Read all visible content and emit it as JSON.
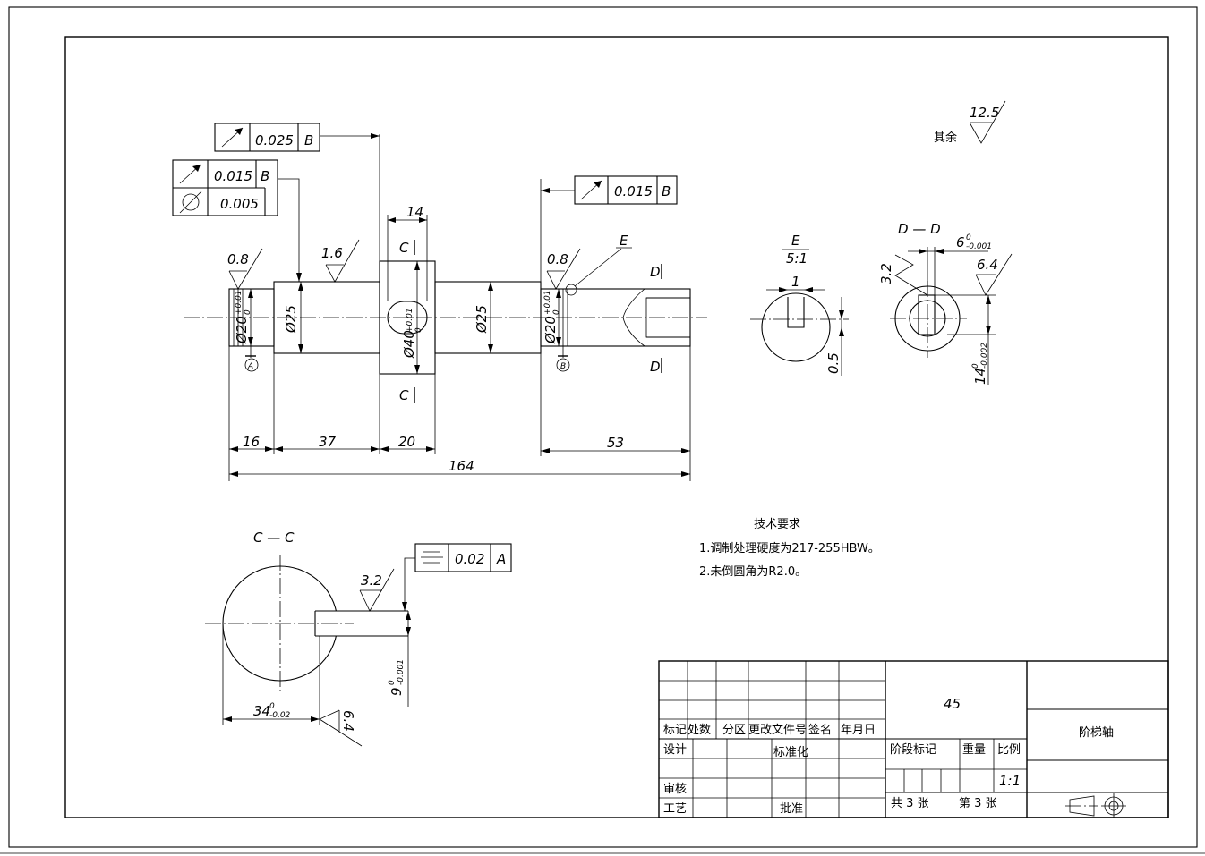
{
  "main_view": {
    "gdt_top": {
      "tol": "0.025",
      "datum": "B"
    },
    "gdt_left_runout": {
      "tol": "0.015",
      "datum": "B"
    },
    "gdt_left_cyl": {
      "tol": "0.005"
    },
    "gdt_right": {
      "tol": "0.015",
      "datum": "B"
    },
    "roughness": {
      "left": "0.8",
      "shaft": "1.6",
      "right": "0.8"
    },
    "dims": {
      "d_left": "Ø25",
      "d_mid": "Ø25",
      "d_collar": "Ø40",
      "d_jl": "Ø20",
      "d_jr": "Ø20",
      "tol_up": "+0.01",
      "tol_lo": "0",
      "len_16": "16",
      "len_37": "37",
      "len_20": "20",
      "len_53": "53",
      "len_total": "164",
      "key_14": "14"
    },
    "labels": {
      "datum_a": "A",
      "datum_b": "B",
      "sec_c_top": "C",
      "sec_c_bot": "C",
      "sec_d_top": "D",
      "sec_d_bot": "D",
      "detail_e": "E"
    }
  },
  "detail_e": {
    "title": "E",
    "scale": "5:1",
    "w": "1",
    "h": "0.5"
  },
  "section_d": {
    "title": "D — D",
    "w_nom": "6",
    "w_up": "0",
    "w_lo": "-0.001",
    "h_nom": "14",
    "h_up": "0",
    "h_lo": "-0.002",
    "ra_a": "3.2",
    "ra_b": "6.4"
  },
  "section_c": {
    "title": "C — C",
    "gdt": {
      "tol": "0.02",
      "datum": "A"
    },
    "ra_a": "3.2",
    "ra_b": "6.4",
    "w_nom": "9",
    "w_up": "0",
    "w_lo": "-0.001",
    "d_nom": "34",
    "d_up": "0",
    "d_lo": "-0.02"
  },
  "roughness_rest": {
    "label": "其余",
    "value": "12.5"
  },
  "tech_req": {
    "title": "技术要求",
    "line1": "1.调制处理硬度为217-255HBW。",
    "line2": "2.未倒圆角为R2.0。"
  },
  "title_block": {
    "material": "45",
    "part_name": "阶梯轴",
    "h_mark": "标记",
    "h_count": "处数",
    "h_zone": "分区",
    "h_doc": "更改文件号",
    "h_sign": "签名",
    "h_date": "年月日",
    "design": "设计",
    "standard": "标准化",
    "review": "审核",
    "process": "工艺",
    "approve": "批准",
    "stage": "阶段标记",
    "weight": "重量",
    "scale_h": "比例",
    "scale": "1:1",
    "total_sheets": "共 3 张",
    "sheet_no": "第 3 张"
  }
}
